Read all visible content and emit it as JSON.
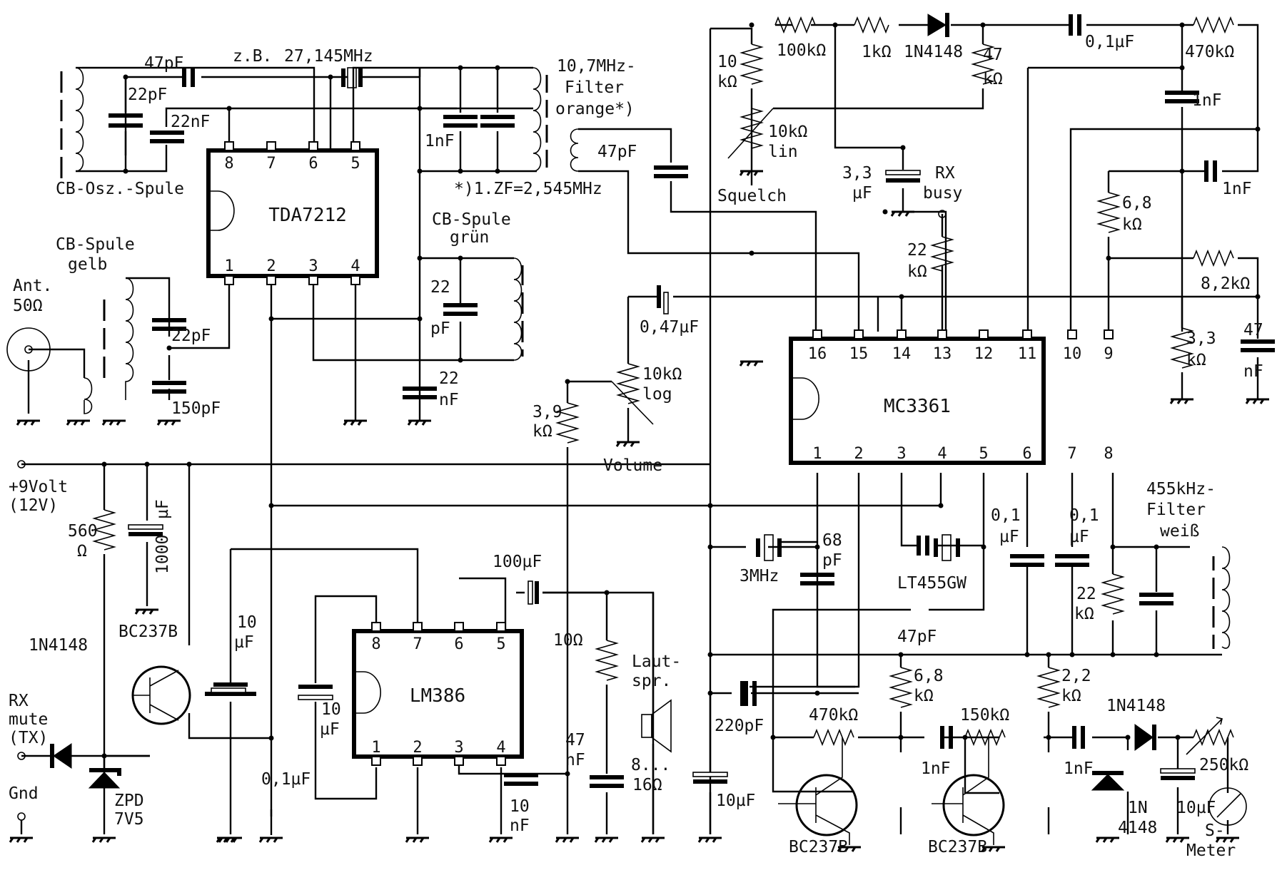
{
  "diagram": {
    "title": "CB receiver schematic (TDA7212, MC3361, LM386)",
    "ics": {
      "tda7212": {
        "name": "TDA7212",
        "pins_top": [
          "8",
          "7",
          "6",
          "5"
        ],
        "pins_bottom": [
          "1",
          "2",
          "3",
          "4"
        ]
      },
      "mc3361": {
        "name": "MC3361",
        "pins_top": [
          "16",
          "15",
          "14",
          "13",
          "12",
          "11",
          "10",
          "9"
        ],
        "pins_bottom": [
          "1",
          "2",
          "3",
          "4",
          "5",
          "6",
          "7",
          "8"
        ]
      },
      "lm386": {
        "name": "LM386",
        "pins_top": [
          "8",
          "7",
          "6",
          "5"
        ],
        "pins_bottom": [
          "1",
          "2",
          "3",
          "4"
        ]
      }
    },
    "labels": {
      "c_47pf_top": "47pF",
      "crystal_note": "z.B.",
      "crystal_freq": "27,145MHz",
      "c_22pf_osc": "22pF",
      "c_22nf_osc": "22nF",
      "osc_coil": "CB-Osz.-Spule",
      "c_1nf_if": "1nF",
      "if_filter_l1": "10,7MHz-",
      "if_filter_l2": "Filter",
      "if_filter_l3": "orange*)",
      "if_note": "*)1.ZF=2,545MHz",
      "c_47pf_mid": "47pF",
      "cb_coil_green_l1": "CB-Spule",
      "cb_coil_green_l2": "grün",
      "c_22pf_green_l1": "22",
      "c_22pf_green_l2": "pF",
      "c_22nf_l1": "22",
      "c_22nf_l2": "nF",
      "cb_coil_yellow_l1": "CB-Spule",
      "cb_coil_yellow_l2": "gelb",
      "ant_l1": "Ant.",
      "ant_l2": "50Ω",
      "c_22pf_yellow": "22pF",
      "c_150pf": "150pF",
      "r_100k": "100kΩ",
      "r_10k_l1": "10",
      "r_10k_l2": "kΩ",
      "pot_squelch_l1": "10kΩ",
      "pot_squelch_l2": "lin",
      "squelch": "Squelch",
      "r_1k": "1kΩ",
      "d_1n4148_top": "1N4148",
      "r_47k_l1": "47",
      "r_47k_l2": "kΩ",
      "c_01uf_top": "0,1µF",
      "r_470k_top": "470kΩ",
      "c_1nf_a": "1nF",
      "c_1nf_b": "1nF",
      "c_33uf_l1": "3,3",
      "c_33uf_l2": "µF",
      "rx_busy_l1": "RX",
      "rx_busy_l2": "busy",
      "r_22k_busy_l1": "22",
      "r_22k_busy_l2": "kΩ",
      "r_68k_top_l1": "6,8",
      "r_68k_top_l2": "kΩ",
      "r_82k": "8,2kΩ",
      "r_33k_l1": "3,3",
      "r_33k_l2": "kΩ",
      "c_47nf_r_l1": "47",
      "c_47nf_r_l2": "nF",
      "c_047uf": "0,47µF",
      "pot_vol_l1": "10kΩ",
      "pot_vol_l2": "log",
      "volume": "Volume",
      "r_39k_l1": "3,9",
      "r_39k_l2": "kΩ",
      "vcc_l1": "+9Volt",
      "vcc_l2": "(12V)",
      "r_560_l1": "560",
      "r_560_l2": "Ω",
      "c_1000uf_l1": "1000",
      "c_1000uf_l2": "µF",
      "d_1n4148_mute": "1N4148",
      "q_mute": "BC237B",
      "rx_mute_l1": "RX",
      "rx_mute_l2": "mute",
      "rx_mute_l3": "(TX)",
      "gnd": "Gnd",
      "zener_l1": "ZPD",
      "zener_l2": "7V5",
      "c_10uf_a_l1": "10",
      "c_10uf_a_l2": "µF",
      "c_10uf_b_l1": "10",
      "c_10uf_b_l2": "µF",
      "c_01uf_vcc": "0,1µF",
      "c_100uf": "100µF",
      "r_10ohm": "10Ω",
      "c_47nf_l1": "47",
      "c_47nf_l2": "nF",
      "c_10nf_l1": "10",
      "c_10nf_l2": "nF",
      "speaker_l1": "Laut-",
      "speaker_l2": "spr.",
      "speaker_l3": "8...",
      "speaker_l4": "16Ω",
      "c_220pf": "220pF",
      "c_10uf_c": "10µF",
      "xtal_3mhz": "3MHz",
      "c_68pf_l1": "68",
      "c_68pf_l2": "pF",
      "filter_lt455": "LT455GW",
      "c_47pf_bot": "47pF",
      "c_01uf_6_l1": "0,1",
      "c_01uf_6_l2": "µF",
      "c_01uf_7_l1": "0,1",
      "c_01uf_7_l2": "µF",
      "filter455_l1": "455kHz-",
      "filter455_l2": "Filter",
      "filter455_l3": "weiß",
      "r_22k_b_l1": "22",
      "r_22k_b_l2": "kΩ",
      "r_68k_bot_l1": "6,8",
      "r_68k_bot_l2": "kΩ",
      "r_22k_c_l1": "2,2",
      "r_22k_c_l2": "kΩ",
      "r_470k_bot": "470kΩ",
      "r_150k": "150kΩ",
      "c_1nf_c": "1nF",
      "c_1nf_d": "1nF",
      "d_1n4148_sm": "1N4148",
      "d_1n4148_gnd_l1": "1N",
      "d_1n4148_gnd_l2": "4148",
      "q_amp1": "BC237B",
      "q_amp2": "BC237B",
      "c_10uf_sm": "10µF",
      "trim_250k": "250kΩ",
      "smeter_l1": "S-",
      "smeter_l2": "Meter"
    }
  }
}
